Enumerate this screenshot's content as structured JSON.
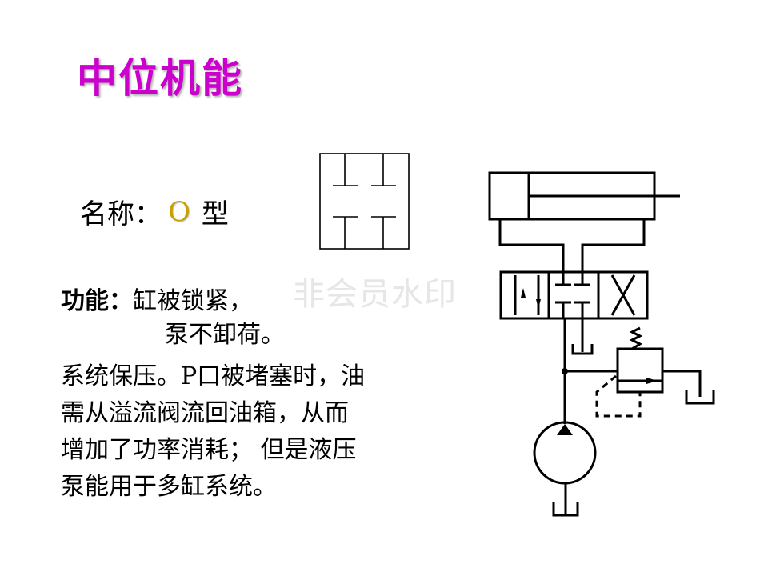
{
  "slide": {
    "title": "中位机能",
    "name_label": "名称：",
    "name_value": "O",
    "name_suffix": "型",
    "watermark": "非会员水印",
    "function_label": "功能：",
    "function_line1": "缸被锁紧，",
    "function_line2": "泵不卸荷。",
    "description_lines": [
      "系统保压。P口被堵塞时，油",
      "需从溢流阀流回油箱，从而",
      "增加了功率消耗；  但是液压",
      "泵能用于多缸系统。"
    ]
  },
  "colors": {
    "title": "#cc00cc",
    "name_value": "#c9a000",
    "watermark": "#e6e6e6"
  },
  "diagrams": {
    "o_type_symbol": "O-type center position valve symbol (all ports blocked)",
    "circuit": "Hydraulic circuit: double-acting cylinder, 3-position 4-way valve (O-type center), relief valve, pump, tanks"
  }
}
